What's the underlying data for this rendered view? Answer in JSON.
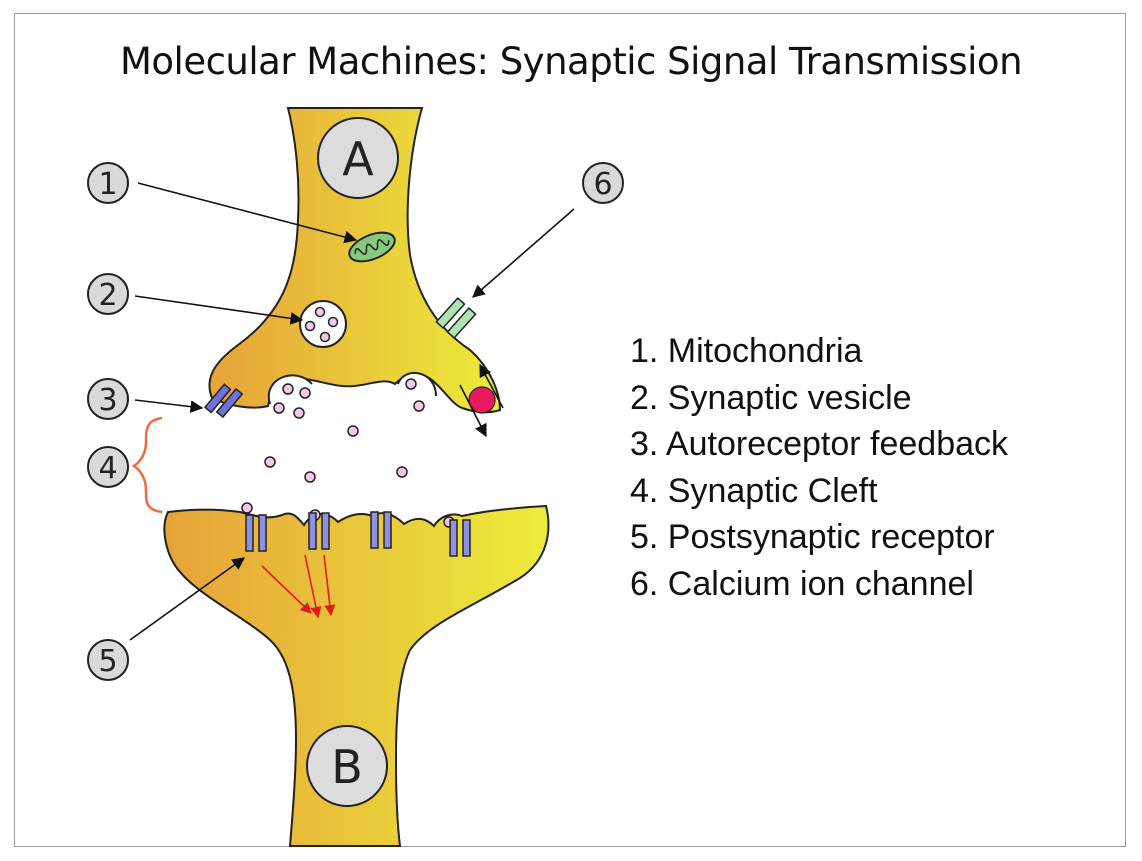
{
  "title": "Molecular Machines: Synaptic Signal Transmission",
  "cells": {
    "presynaptic": "A",
    "postsynaptic": "B"
  },
  "callouts": [
    "1",
    "2",
    "3",
    "4",
    "5",
    "6"
  ],
  "legend": [
    "1. Mitochondria",
    "2. Synaptic vesicle",
    "3. Autoreceptor feedback",
    "4. Synaptic Cleft",
    "5. Postsynaptic receptor",
    "6. Calcium ion channel"
  ],
  "colors": {
    "cell_gradient_left": "#e6a23a",
    "cell_gradient_right": "#ecec3a",
    "cell_outline": "#222222",
    "mitochondrion": "#86c97a",
    "vesicle_dot": "#f2c8e6",
    "autoreceptor": "#6f72d8",
    "postsynaptic_receptor": "#8e90e0",
    "calcium_channel": "#a9e6b4",
    "calcium_ion": "#e8195c",
    "signal_arrow": "#e41b1b",
    "cleft_bracket": "#ee6a40",
    "callout_circle": "#d9d9d9"
  }
}
